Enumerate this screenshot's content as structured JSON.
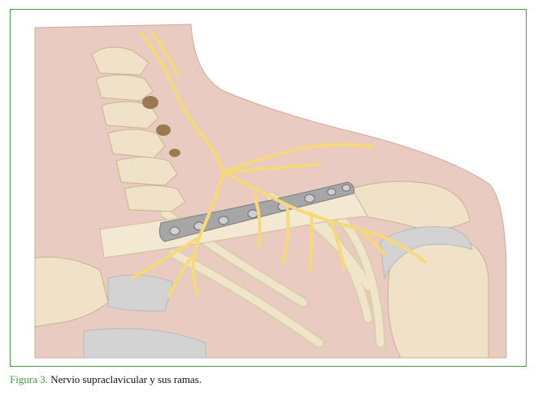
{
  "caption": {
    "label": "Figura 3.",
    "text": " Nervio supraclavicular y sus ramas."
  },
  "colors": {
    "frame": "#4a9a4a",
    "skin": "#e9cbc1",
    "bone": "#efe2c8",
    "bone_shadow": "#d9c9a6",
    "nerve": "#f6d97a",
    "plate": "#a6a6a6",
    "cartilage": "#d3d3d3"
  },
  "icons": {
    "illustration": "anatomical-illustration-supraclavicular-nerve"
  }
}
